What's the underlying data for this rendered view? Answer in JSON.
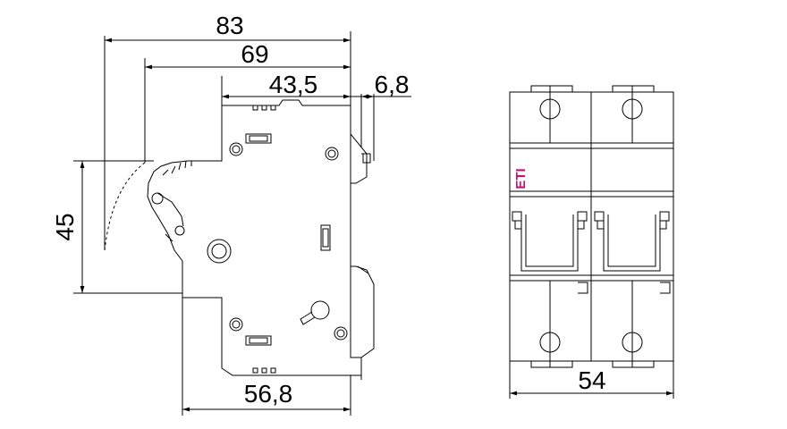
{
  "side_view": {
    "dim_total_width": "83",
    "dim_mid_width": "69",
    "dim_body_width": "43,5",
    "dim_clip": "6,8",
    "dim_height": "45",
    "dim_base_width": "56,8"
  },
  "front_view": {
    "brand": "ETI",
    "dim_width": "54"
  },
  "colors": {
    "line": "#000000",
    "brand": "#c8106e"
  }
}
